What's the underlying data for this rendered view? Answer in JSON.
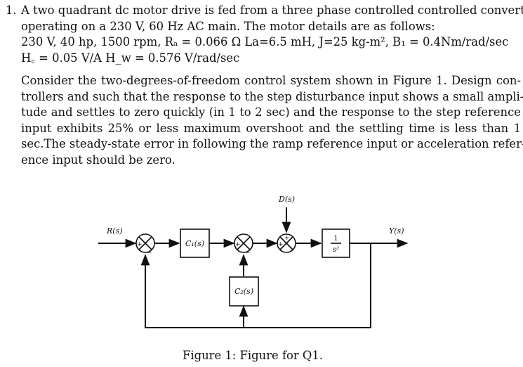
{
  "question": {
    "number": "1.",
    "lines": [
      "A two quadrant dc motor drive is fed from a three phase controlled controlled converter",
      "operating on a 230 V, 60 Hz AC main. The motor details are as follows:",
      "230 V, 40 hp, 1500 rpm, Rₐ = 0.066 Ω La=6.5 mH, J=25 kg-m², B₁ = 0.4Nm/rad/sec",
      "H꜀ = 0.05  V/A H_w = 0.576  V/rad/sec"
    ]
  },
  "body": {
    "lines": [
      "Consider the two-degrees-of-freedom control system shown in Figure 1. Design con-",
      "trollers and such that the response to the step disturbance input shows a small ampli-",
      "tude and settles to zero quickly (in 1 to 2 sec) and the response to the step reference",
      "input exhibits 25% or less maximum overshoot and the settling time is less than 1",
      "sec.The steady-state error in following the ramp reference input or acceleration refer-",
      "ence input should be zero."
    ]
  },
  "diagram": {
    "input_label": "R(s)",
    "output_label": "Y(s)",
    "disturbance_label": "D(s)",
    "block1": "C₁(s)",
    "block2": "C₂(s)",
    "plant_num": "1",
    "plant_den": "s²",
    "plus": "+",
    "minus": "−"
  },
  "caption": "Figure 1: Figure for Q1."
}
